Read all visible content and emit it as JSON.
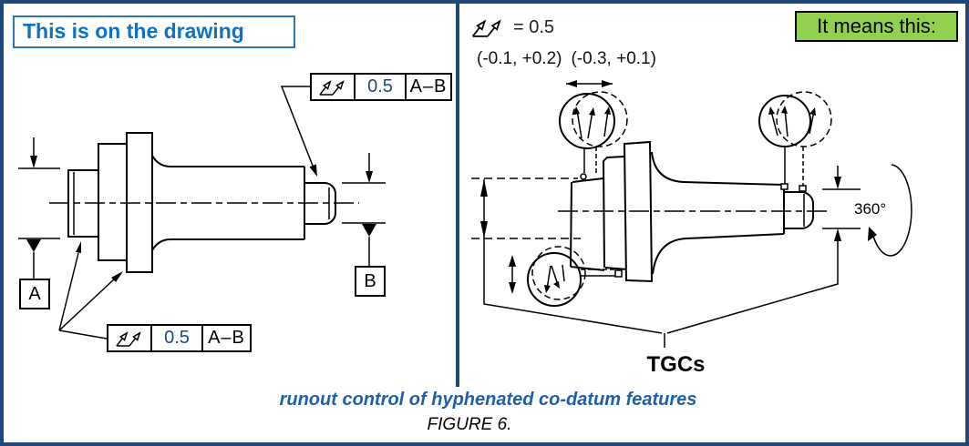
{
  "colors": {
    "frame_border": "#1F497D",
    "banner_left_text": "#0d72c4",
    "banner_left_border": "#2E75B6",
    "banner_right_bg": "#92d050",
    "caption_blue": "#205fa8",
    "tolerance_value_blue": "#1F497D",
    "line_art": "#000000"
  },
  "left_panel": {
    "banner": "This is on the drawing",
    "fcf_upper": {
      "symbol_icon": "total-runout-icon",
      "tolerance": "0.5",
      "datum_ref": "A–B"
    },
    "fcf_lower": {
      "symbol_icon": "total-runout-icon",
      "tolerance": "0.5",
      "datum_ref": "A–B"
    },
    "datum_a_label": "A",
    "datum_b_label": "B"
  },
  "right_panel": {
    "banner": "It means this:",
    "legend_icon": "total-runout-icon",
    "legend_value": "= 0.5",
    "deviation_left": "(-0.1, +0.2)",
    "deviation_right": "(-0.3, +0.1)",
    "rotation_label": "360°",
    "gauge_label": "TGCs"
  },
  "caption": {
    "line1": "runout control of hyphenated co-datum features",
    "line2": "FIGURE 6."
  }
}
